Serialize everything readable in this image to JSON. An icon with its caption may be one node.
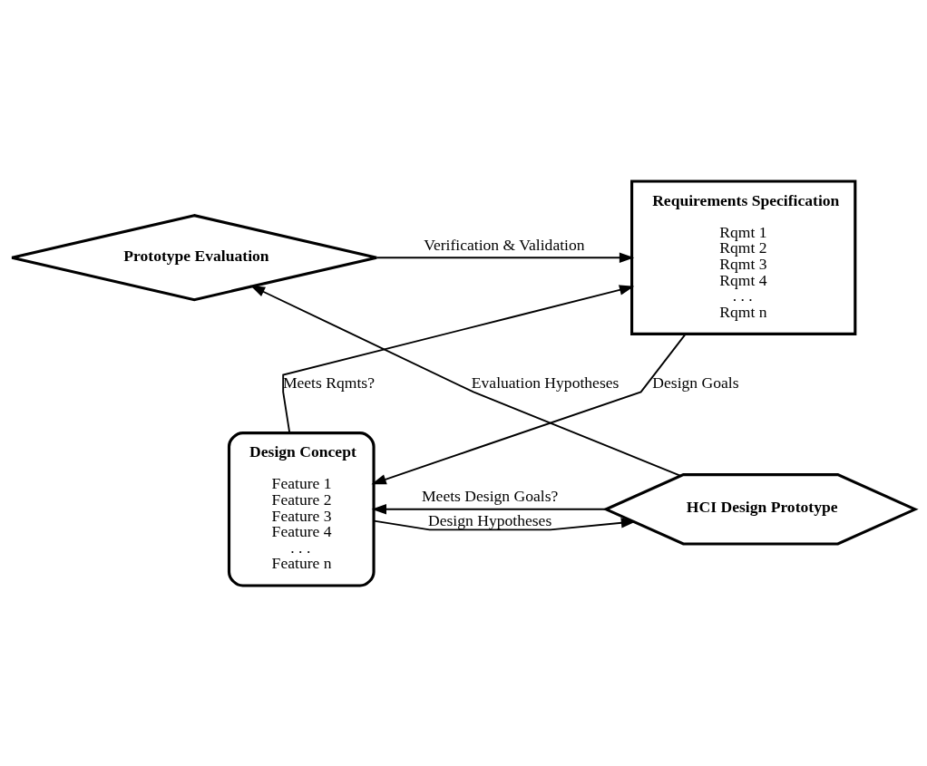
{
  "diagram": {
    "nodes": [
      {
        "text": [
          "Requirements Specification",
          "Rqmt 1",
          "Rqmt 2",
          "Rqmt 3",
          "Rqmt 4",
          ". . .",
          "Rqmt n"
        ]
      },
      {
        "text": [
          "Prototype Evaluation"
        ]
      },
      {
        "text": [
          "Design Concept",
          "Feature 1",
          "Feature 2",
          "Feature 3",
          "Feature 4",
          ". . .",
          "Feature n"
        ]
      },
      {
        "text": [
          "HCI Design Prototype"
        ]
      }
    ],
    "edges": [
      {
        "from": 1,
        "to": 0,
        "arrow": "to",
        "label": "Verification & Validation"
      },
      {
        "from": 2,
        "to": 0,
        "arrow": "to",
        "label": "Meets Rqmts?"
      },
      {
        "from": 0,
        "to": 2,
        "arrow": "to",
        "label": "Design Goals"
      },
      {
        "from": 2,
        "to": 3,
        "arrow": "to",
        "label": "Design Hypotheses"
      },
      {
        "from": 3,
        "to": 1,
        "arrow": "to",
        "label": "Evaluation Hypotheses"
      },
      {
        "from": 3,
        "to": 2,
        "arrow": "to",
        "label": "Meets Design Goals?"
      }
    ]
  }
}
